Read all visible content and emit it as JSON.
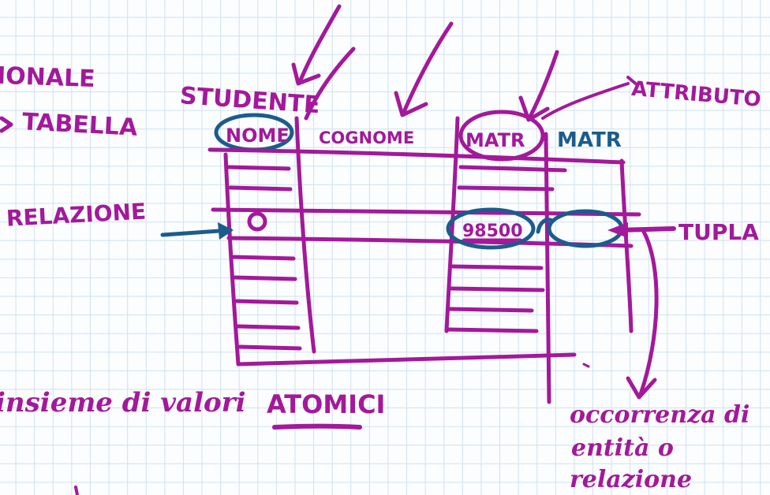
{
  "colors": {
    "magenta": "#a3199a",
    "blue": "#1b5c8c",
    "grid": "#cfe1ef"
  },
  "labels": {
    "relazionale": "IONALE",
    "tabella": "TABELLA",
    "relazione": "RELAZIONE",
    "studente": "STUDENTE",
    "nome": "NOME",
    "cognome": "COGNOME",
    "matr_header": "MATR",
    "matr_blue": "MATR",
    "attributo": "ATTRIBUTO",
    "tupla": "TUPLA",
    "tuple_value": "98500",
    "valori_prefix": "insieme di valori",
    "atomici": "ATOMICI",
    "occorrenza_line1": "occorrenza di",
    "occorrenza_line2": "entità o",
    "occorrenza_line3": "relazione"
  }
}
